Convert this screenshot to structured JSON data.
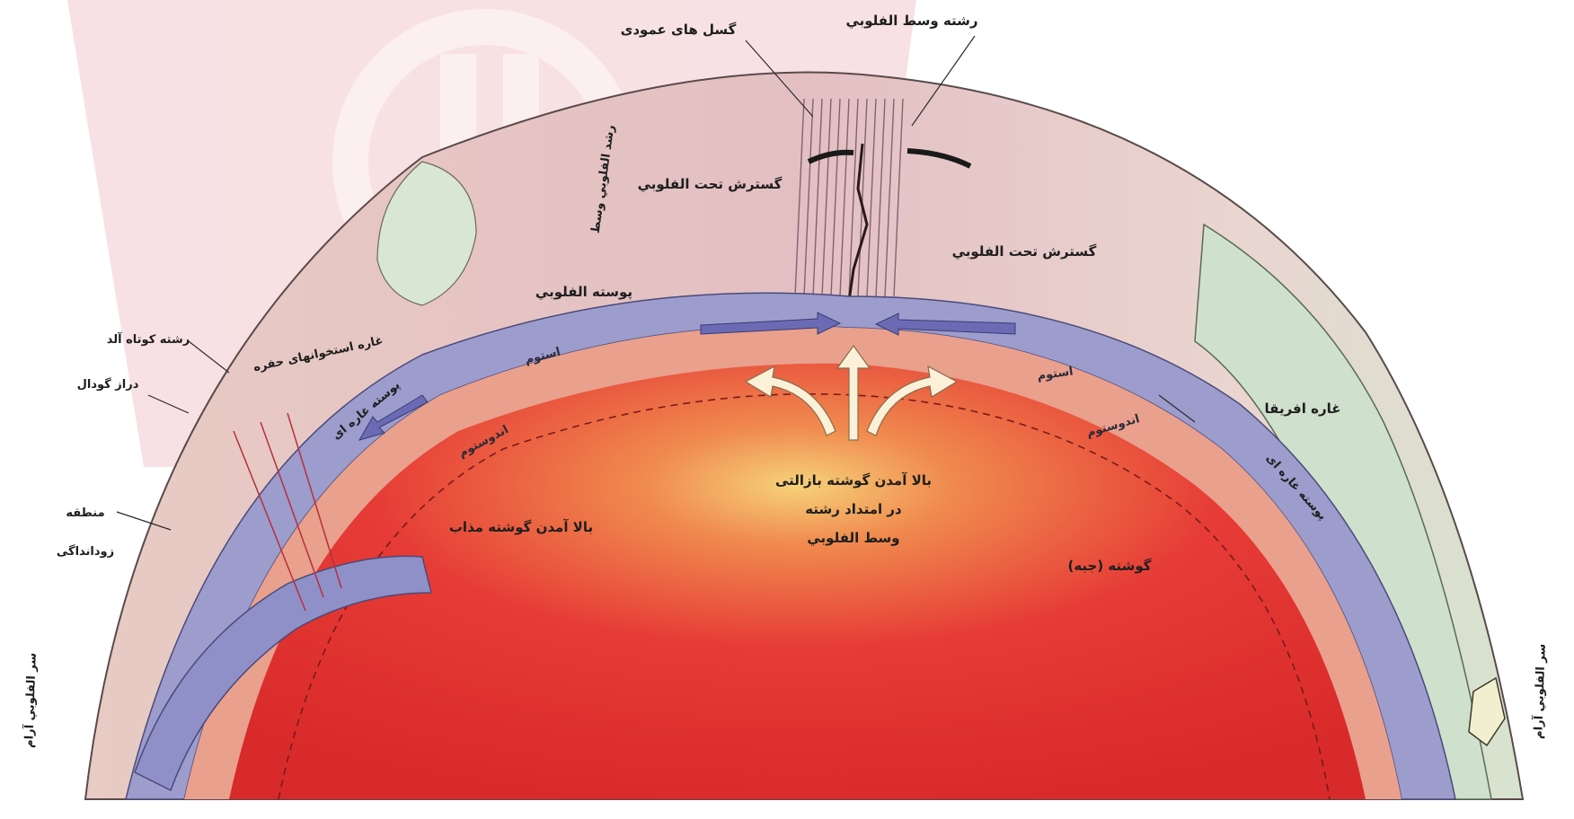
{
  "colors": {
    "inner_red": "#e63b36",
    "periosteum_purple": "#9c9ccd",
    "endosteum_salmon": "#e9a08c",
    "cortex_pink": "#e7c4c4",
    "outer_green": "#cfe0cc",
    "watermark": "#f3c9cd"
  },
  "labels": {
    "top_vertical_fibers": "گسل های عمودی",
    "top_median_fiber": "رشته وسط الفلوبي",
    "left_cortex_1": "گسترش تحت الفلوبي",
    "left_cortex_2": "پوسته الفلوبي",
    "left_vertical": "رشد الفلوبي وسط",
    "right_cortex": "گسترش تحت الفلوبي",
    "left_fiber_short": "رشته کوتاه آلد",
    "left_layer_arrows": "غاره استخوانهای حفره",
    "left_long_fiber": "دراز گودال",
    "left_region": "منطقه",
    "left_region_2": "زودانداگی",
    "left_bottom_vertical": "سر الفلوبي آرام",
    "layer_periosteum_left": "استوم",
    "layer_periosteum_right": "استوم",
    "layer_endosteum_left": "اندوستوم",
    "layer_endosteum_right": "اندوستوم",
    "left_inner_cortex": "پوسته غاره ای",
    "center_growth_1": "بالا آمدن گوشته بازالتی",
    "center_growth_2": "در امتداد رشته",
    "center_growth_3": "وسط الفلوبي",
    "left_inner_growth": "بالا آمدن گوشته مذاب",
    "right_mantle": "گوشته (جبه)",
    "right_plate": "غاره افریقا",
    "right_cortex_2": "پوسته غاره ای",
    "right_bottom_vertical": "سر الفلوبي آرام"
  }
}
